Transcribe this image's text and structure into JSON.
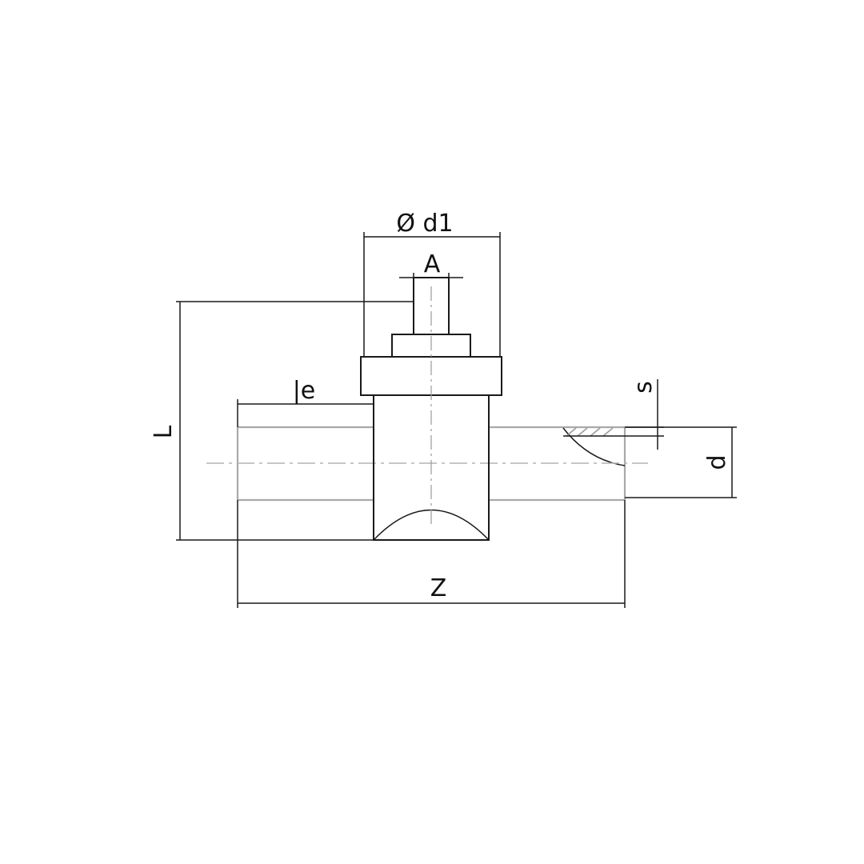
{
  "labels": {
    "d1": "Ø d1",
    "a": "A",
    "e": "|e",
    "s": "s",
    "l": "L",
    "d": "d",
    "z": "Z"
  },
  "colors": {
    "outline": "#1a1a1a",
    "pipe": "#a9a9a9",
    "centerline": "#b3b3b3",
    "background": "#ffffff"
  }
}
